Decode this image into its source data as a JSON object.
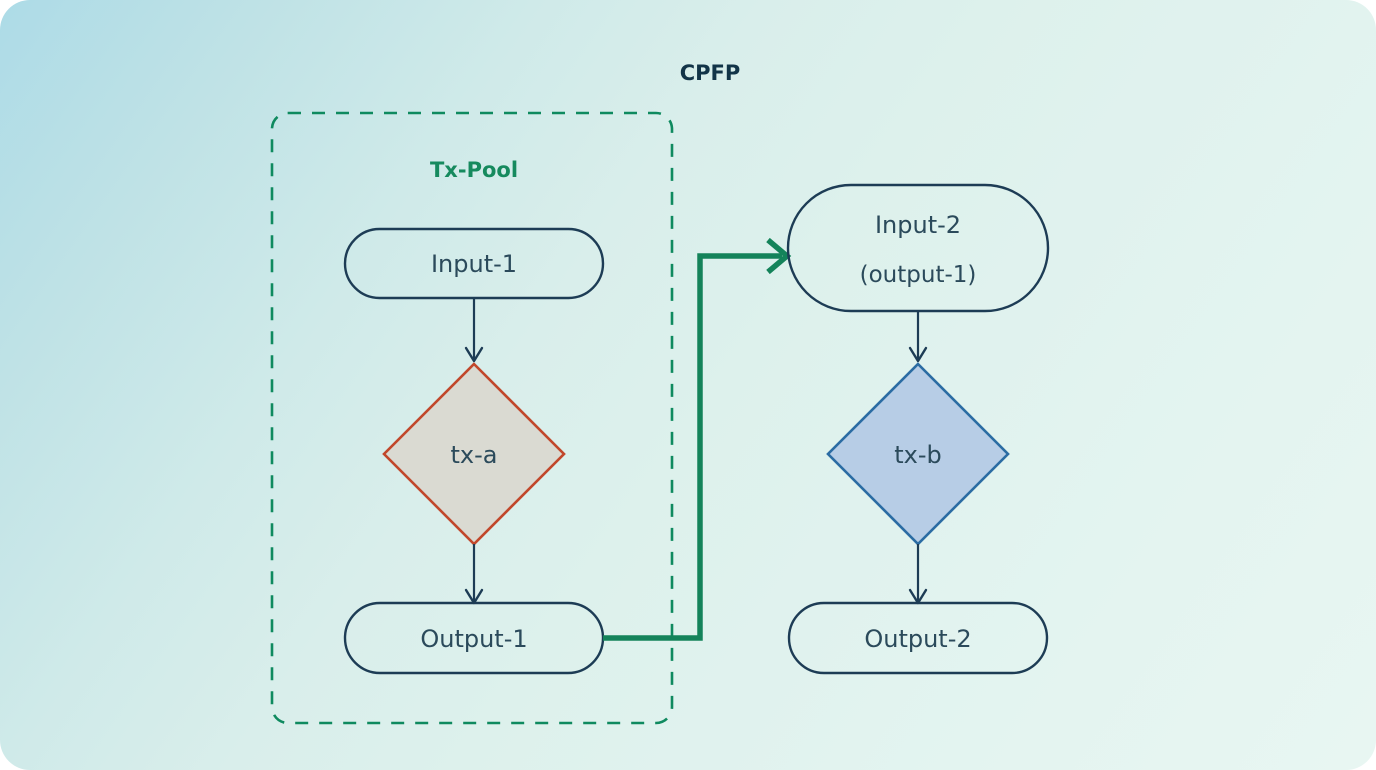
{
  "diagram": {
    "title": "CPFP",
    "pool_label": "Tx-Pool",
    "colors": {
      "background_start": "#addbe7",
      "background_end": "#e8f6f2",
      "title_text": "#123448",
      "pool_label": "#168a5e",
      "pool_border": "#0f8a5f",
      "node_border": "#1d3c55",
      "node_text": "#2b4a5b",
      "tx_a_border": "#c1472b",
      "tx_a_fill": "#dadad2",
      "tx_b_border": "#2b6ca3",
      "tx_b_fill": "#b7cde6",
      "green_connector": "#14835a"
    },
    "nodes": [
      {
        "id": "input-1",
        "label": "Input-1",
        "shape": "stadium",
        "group": "tx-pool"
      },
      {
        "id": "tx-a",
        "label": "tx-a",
        "shape": "diamond",
        "group": "tx-pool"
      },
      {
        "id": "output-1",
        "label": "Output-1",
        "shape": "stadium",
        "group": "tx-pool"
      },
      {
        "id": "input-2",
        "label_line1": "Input-2",
        "label_line2": "(output-1)",
        "shape": "stadium",
        "group": "outside"
      },
      {
        "id": "tx-b",
        "label": "tx-b",
        "shape": "diamond",
        "group": "outside"
      },
      {
        "id": "output-2",
        "label": "Output-2",
        "shape": "stadium",
        "group": "outside"
      }
    ],
    "edges": [
      {
        "from": "input-1",
        "to": "tx-a",
        "style": "thin-arrow"
      },
      {
        "from": "tx-a",
        "to": "output-1",
        "style": "thin-arrow"
      },
      {
        "from": "output-1",
        "to": "input-2",
        "style": "thick-green-arrow"
      },
      {
        "from": "input-2",
        "to": "tx-b",
        "style": "thin-arrow"
      },
      {
        "from": "tx-b",
        "to": "output-2",
        "style": "thin-arrow"
      }
    ]
  }
}
